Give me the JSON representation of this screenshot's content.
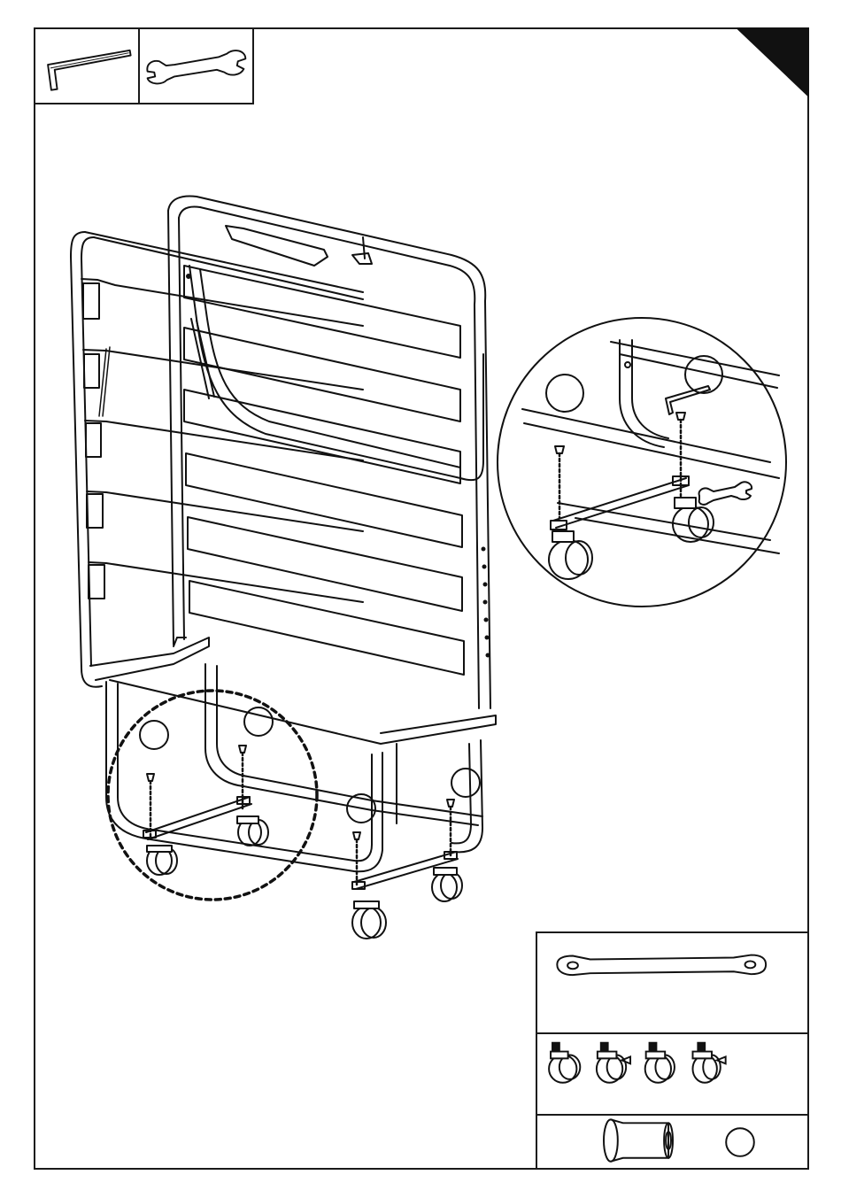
{
  "page": {
    "step_tab": "",
    "tools": [
      {
        "name": "hex-key"
      },
      {
        "name": "open-end-wrench"
      }
    ],
    "callouts": {
      "main_labels": [
        "",
        "",
        "",
        ""
      ],
      "zoom_labels": [
        "",
        ""
      ],
      "part_label": ""
    },
    "parts": [
      {
        "name": "connecting-bar",
        "qty": ""
      },
      {
        "name": "caster-wheels",
        "qty": ""
      },
      {
        "name": "threaded-insert",
        "qty": ""
      }
    ]
  }
}
